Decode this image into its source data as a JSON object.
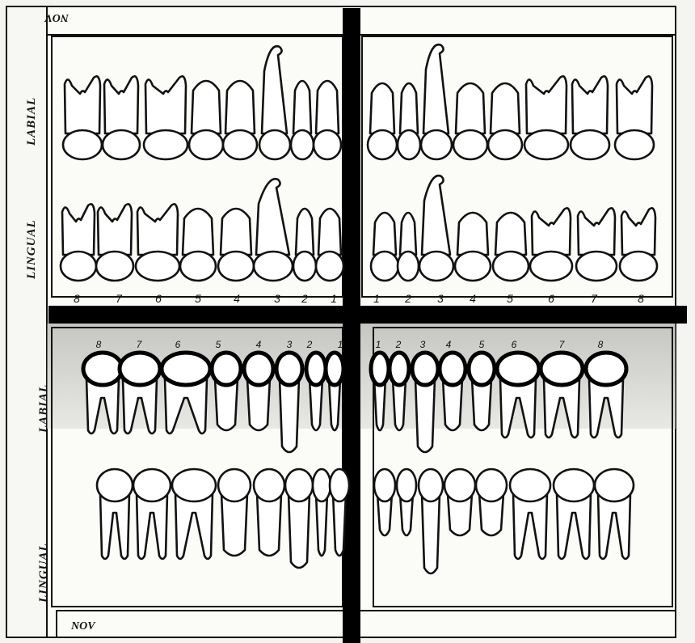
{
  "chart": {
    "labels": {
      "upper_labial": "LABIAL",
      "upper_lingual": "LINGUAL",
      "lower_labial": "LABIAL",
      "lower_lingual": "LINGUAL",
      "top_code": "NOV",
      "bottom_code": "NOV"
    },
    "upper_numbers_right": [
      "8",
      "7",
      "6",
      "5",
      "4",
      "3",
      "2",
      "1"
    ],
    "upper_numbers_left": [
      "1",
      "2",
      "3",
      "4",
      "5",
      "6",
      "7",
      "8"
    ],
    "lower_numbers_right": [
      "8",
      "7",
      "6",
      "5",
      "4",
      "3",
      "2",
      "1"
    ],
    "lower_numbers_left": [
      "1",
      "2",
      "3",
      "4",
      "5",
      "6",
      "7",
      "8"
    ]
  }
}
